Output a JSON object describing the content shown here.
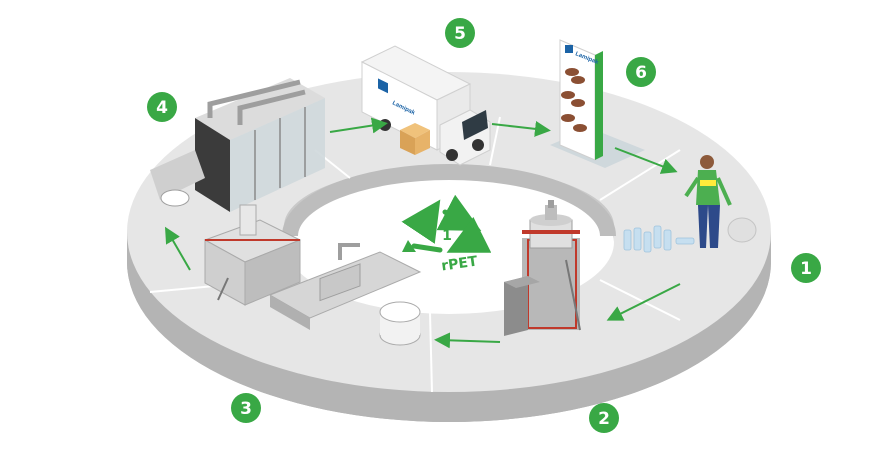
{
  "colors": {
    "green": "#39a845",
    "ring_top": "#e4e4e4",
    "ring_side": "#b4b4b4",
    "brand_blue": "#1b63a6"
  },
  "steps": [
    {
      "number": "1",
      "stage": "collection"
    },
    {
      "number": "2",
      "stage": "reactor"
    },
    {
      "number": "3",
      "stage": "extrusion-line"
    },
    {
      "number": "4",
      "stage": "thermoforming"
    },
    {
      "number": "5",
      "stage": "transport"
    },
    {
      "number": "6",
      "stage": "retail-display"
    }
  ],
  "recycle": {
    "code": "1",
    "material": "rPET"
  },
  "brand": {
    "name": "Lamipak"
  }
}
